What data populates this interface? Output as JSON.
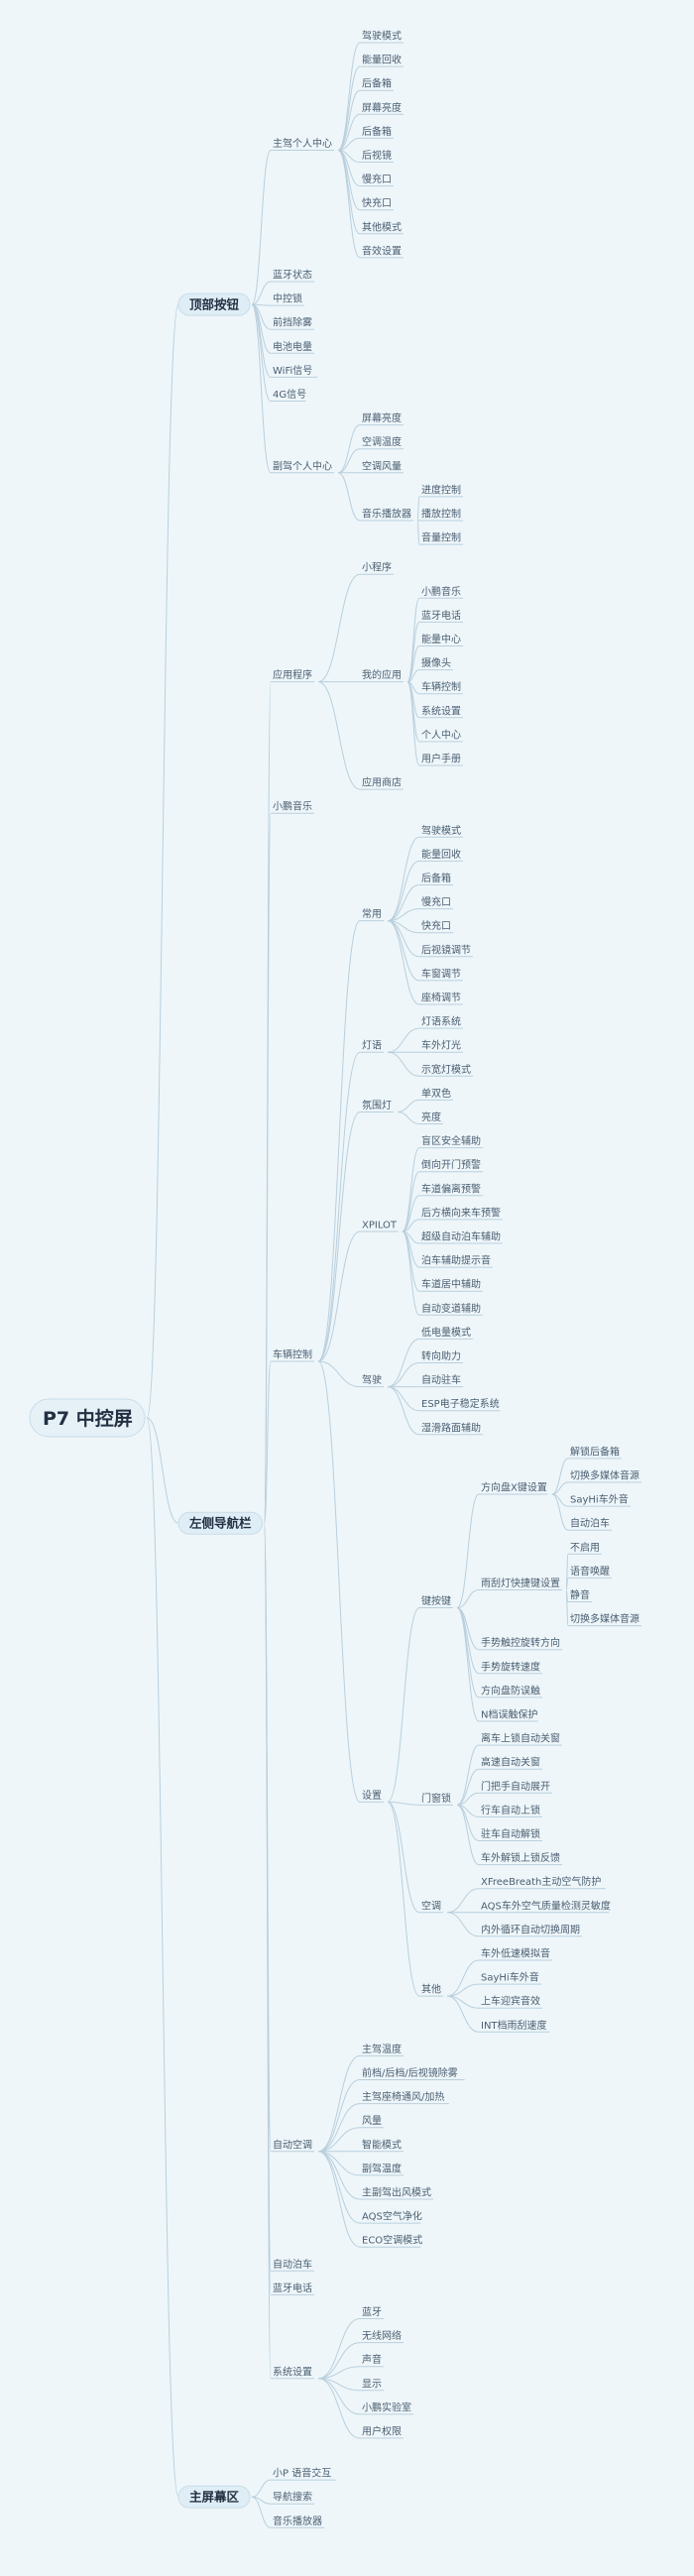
{
  "root": {
    "label": "P7 中控屏",
    "children": [
      {
        "label": "顶部按钮",
        "children": [
          {
            "label": "主驾个人中心",
            "children": [
              {
                "label": "驾驶模式"
              },
              {
                "label": "能量回收"
              },
              {
                "label": "后备箱"
              },
              {
                "label": "屏幕亮度"
              },
              {
                "label": "后备箱"
              },
              {
                "label": "后视镜"
              },
              {
                "label": "慢充口"
              },
              {
                "label": "快充口"
              },
              {
                "label": "其他模式"
              },
              {
                "label": "音效设置"
              }
            ]
          },
          {
            "label": "蓝牙状态"
          },
          {
            "label": "中控锁"
          },
          {
            "label": "前挡除雾"
          },
          {
            "label": "电池电量"
          },
          {
            "label": "WiFi信号"
          },
          {
            "label": "4G信号"
          },
          {
            "label": "副驾个人中心",
            "children": [
              {
                "label": "屏幕亮度"
              },
              {
                "label": "空调温度"
              },
              {
                "label": "空调风量"
              },
              {
                "label": "音乐播放器",
                "children": [
                  {
                    "label": "进度控制"
                  },
                  {
                    "label": "播放控制"
                  },
                  {
                    "label": "音量控制"
                  }
                ]
              }
            ]
          }
        ]
      },
      {
        "label": "左侧导航栏",
        "children": [
          {
            "label": "应用程序",
            "children": [
              {
                "label": "小程序"
              },
              {
                "label": "我的应用",
                "children": [
                  {
                    "label": "小鹏音乐"
                  },
                  {
                    "label": "蓝牙电话"
                  },
                  {
                    "label": "能量中心"
                  },
                  {
                    "label": "摄像头"
                  },
                  {
                    "label": "车辆控制"
                  },
                  {
                    "label": "系统设置"
                  },
                  {
                    "label": "个人中心"
                  },
                  {
                    "label": "用户手册"
                  }
                ]
              },
              {
                "label": "应用商店"
              }
            ]
          },
          {
            "label": "小鹏音乐"
          },
          {
            "label": "车辆控制",
            "children": [
              {
                "label": "常用",
                "children": [
                  {
                    "label": "驾驶模式"
                  },
                  {
                    "label": "能量回收"
                  },
                  {
                    "label": "后备箱"
                  },
                  {
                    "label": "慢充口"
                  },
                  {
                    "label": "快充口"
                  },
                  {
                    "label": "后视镜调节"
                  },
                  {
                    "label": "车窗调节"
                  },
                  {
                    "label": "座椅调节"
                  }
                ]
              },
              {
                "label": "灯语",
                "children": [
                  {
                    "label": "灯语系统"
                  },
                  {
                    "label": "车外灯光"
                  },
                  {
                    "label": "示宽灯模式"
                  }
                ]
              },
              {
                "label": "氛围灯",
                "children": [
                  {
                    "label": "单双色"
                  },
                  {
                    "label": "亮度"
                  }
                ]
              },
              {
                "label": "XPILOT",
                "children": [
                  {
                    "label": "盲区安全辅助"
                  },
                  {
                    "label": "倒向开门预警"
                  },
                  {
                    "label": "车道偏离预警"
                  },
                  {
                    "label": "后方横向来车预警"
                  },
                  {
                    "label": "超级自动泊车辅助"
                  },
                  {
                    "label": "泊车辅助提示音"
                  },
                  {
                    "label": "车道居中辅助"
                  },
                  {
                    "label": "自动变道辅助"
                  }
                ]
              },
              {
                "label": "驾驶",
                "children": [
                  {
                    "label": "低电量模式"
                  },
                  {
                    "label": "转向助力"
                  },
                  {
                    "label": "自动驻车"
                  },
                  {
                    "label": "ESP电子稳定系统"
                  },
                  {
                    "label": "湿滑路面辅助"
                  }
                ]
              },
              {
                "label": "设置",
                "children": [
                  {
                    "label": "键按键",
                    "children": [
                      {
                        "label": "方向盘X键设置",
                        "children": [
                          {
                            "label": "解锁后备箱"
                          },
                          {
                            "label": "切换多媒体音源"
                          },
                          {
                            "label": "SayHi车外音"
                          },
                          {
                            "label": "自动泊车"
                          }
                        ]
                      },
                      {
                        "label": "雨刮灯快捷键设置",
                        "children": [
                          {
                            "label": "不启用"
                          },
                          {
                            "label": "语音唤醒"
                          },
                          {
                            "label": "静音"
                          },
                          {
                            "label": "切换多媒体音源"
                          }
                        ]
                      },
                      {
                        "label": "手势触控旋转方向"
                      },
                      {
                        "label": "手势旋转速度"
                      },
                      {
                        "label": "方向盘防误触"
                      },
                      {
                        "label": "N档误触保护"
                      }
                    ]
                  },
                  {
                    "label": "门窗锁",
                    "children": [
                      {
                        "label": "离车上锁自动关窗"
                      },
                      {
                        "label": "高速自动关窗"
                      },
                      {
                        "label": "门把手自动展开"
                      },
                      {
                        "label": "行车自动上锁"
                      },
                      {
                        "label": "驻车自动解锁"
                      },
                      {
                        "label": "车外解锁上锁反馈"
                      }
                    ]
                  },
                  {
                    "label": "空调",
                    "children": [
                      {
                        "label": "XFreeBreath主动空气防护"
                      },
                      {
                        "label": "AQS车外空气质量检测灵敏度"
                      },
                      {
                        "label": "内外循环自动切换周期"
                      }
                    ]
                  },
                  {
                    "label": "其他",
                    "children": [
                      {
                        "label": "车外低速模拟音"
                      },
                      {
                        "label": "SayHi车外音"
                      },
                      {
                        "label": "上车迎宾音效"
                      },
                      {
                        "label": "INT档雨刮速度"
                      }
                    ]
                  }
                ]
              }
            ]
          },
          {
            "label": "自动空调",
            "children": [
              {
                "label": "主驾温度"
              },
              {
                "label": "前档/后档/后视镜除雾"
              },
              {
                "label": "主驾座椅通风/加热"
              },
              {
                "label": "风量"
              },
              {
                "label": "智能模式"
              },
              {
                "label": "副驾温度"
              },
              {
                "label": "主副驾出风模式"
              },
              {
                "label": "AQS空气净化"
              },
              {
                "label": "ECO空调模式"
              }
            ]
          },
          {
            "label": "自动泊车"
          },
          {
            "label": "蓝牙电话"
          },
          {
            "label": "系统设置",
            "children": [
              {
                "label": "蓝牙"
              },
              {
                "label": "无线网络"
              },
              {
                "label": "声音"
              },
              {
                "label": "显示"
              },
              {
                "label": "小鹏实验室"
              },
              {
                "label": "用户权限"
              }
            ]
          }
        ]
      },
      {
        "label": "主屏幕区",
        "children": [
          {
            "label": "小P 语音交互"
          },
          {
            "label": "导航搜索"
          },
          {
            "label": "音乐播放器"
          }
        ]
      }
    ]
  }
}
